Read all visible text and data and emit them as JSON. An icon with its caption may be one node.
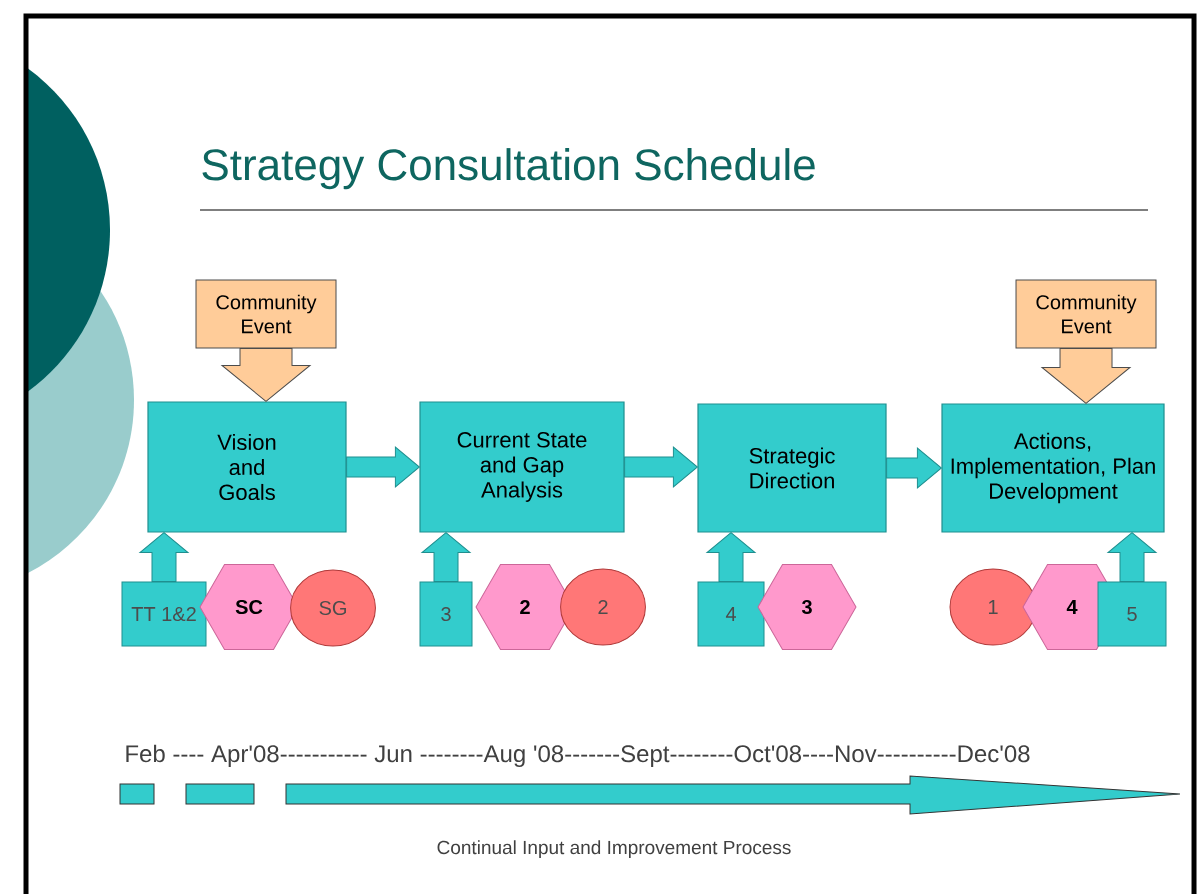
{
  "diagram": {
    "title": "Strategy Consultation Schedule",
    "nodes": [
      {
        "text": [
          "Community Event"
        ]
      },
      {
        "text": [
          "Vision and Goals"
        ]
      },
      {
        "text": [
          "Current State and Gap Analysis"
        ]
      },
      {
        "text": [
          "Strategic Direction"
        ]
      },
      {
        "text": [
          "Community Event"
        ]
      },
      {
        "text": [
          "Actions, Implementation, Plan Development"
        ]
      },
      {
        "text": [
          "TT 1&2"
        ]
      },
      {
        "text": [
          "SC"
        ]
      },
      {
        "text": [
          "SG"
        ]
      },
      {
        "text": [
          "3"
        ]
      },
      {
        "text": [
          "2"
        ]
      },
      {
        "text": [
          "2"
        ]
      },
      {
        "text": [
          "4"
        ]
      },
      {
        "text": [
          "3"
        ]
      },
      {
        "text": [
          "1"
        ]
      },
      {
        "text": [
          "4"
        ]
      },
      {
        "text": [
          "5"
        ]
      }
    ],
    "edges": [
      {
        "from": 0,
        "to": 1,
        "arrow": "to",
        "color": "#ffcc99"
      },
      {
        "from": 1,
        "to": 2,
        "arrow": "to"
      },
      {
        "from": 2,
        "to": 3,
        "arrow": "to"
      },
      {
        "from": 3,
        "to": 5,
        "arrow": "to"
      },
      {
        "from": 4,
        "to": 5,
        "arrow": "to",
        "color": "#ffcc99"
      },
      {
        "from": 6,
        "to": 1,
        "arrow": "to"
      },
      {
        "from": 9,
        "to": 2,
        "arrow": "to"
      },
      {
        "from": 12,
        "to": 3,
        "arrow": "to"
      },
      {
        "from": 16,
        "to": 5,
        "arrow": "to"
      }
    ],
    "labels": [
      "Feb ---- Apr'08----------- Jun --------Aug '08-------Sept--------Oct'08----Nov----------Dec'08",
      "Continual Input and Improvement Process"
    ]
  }
}
